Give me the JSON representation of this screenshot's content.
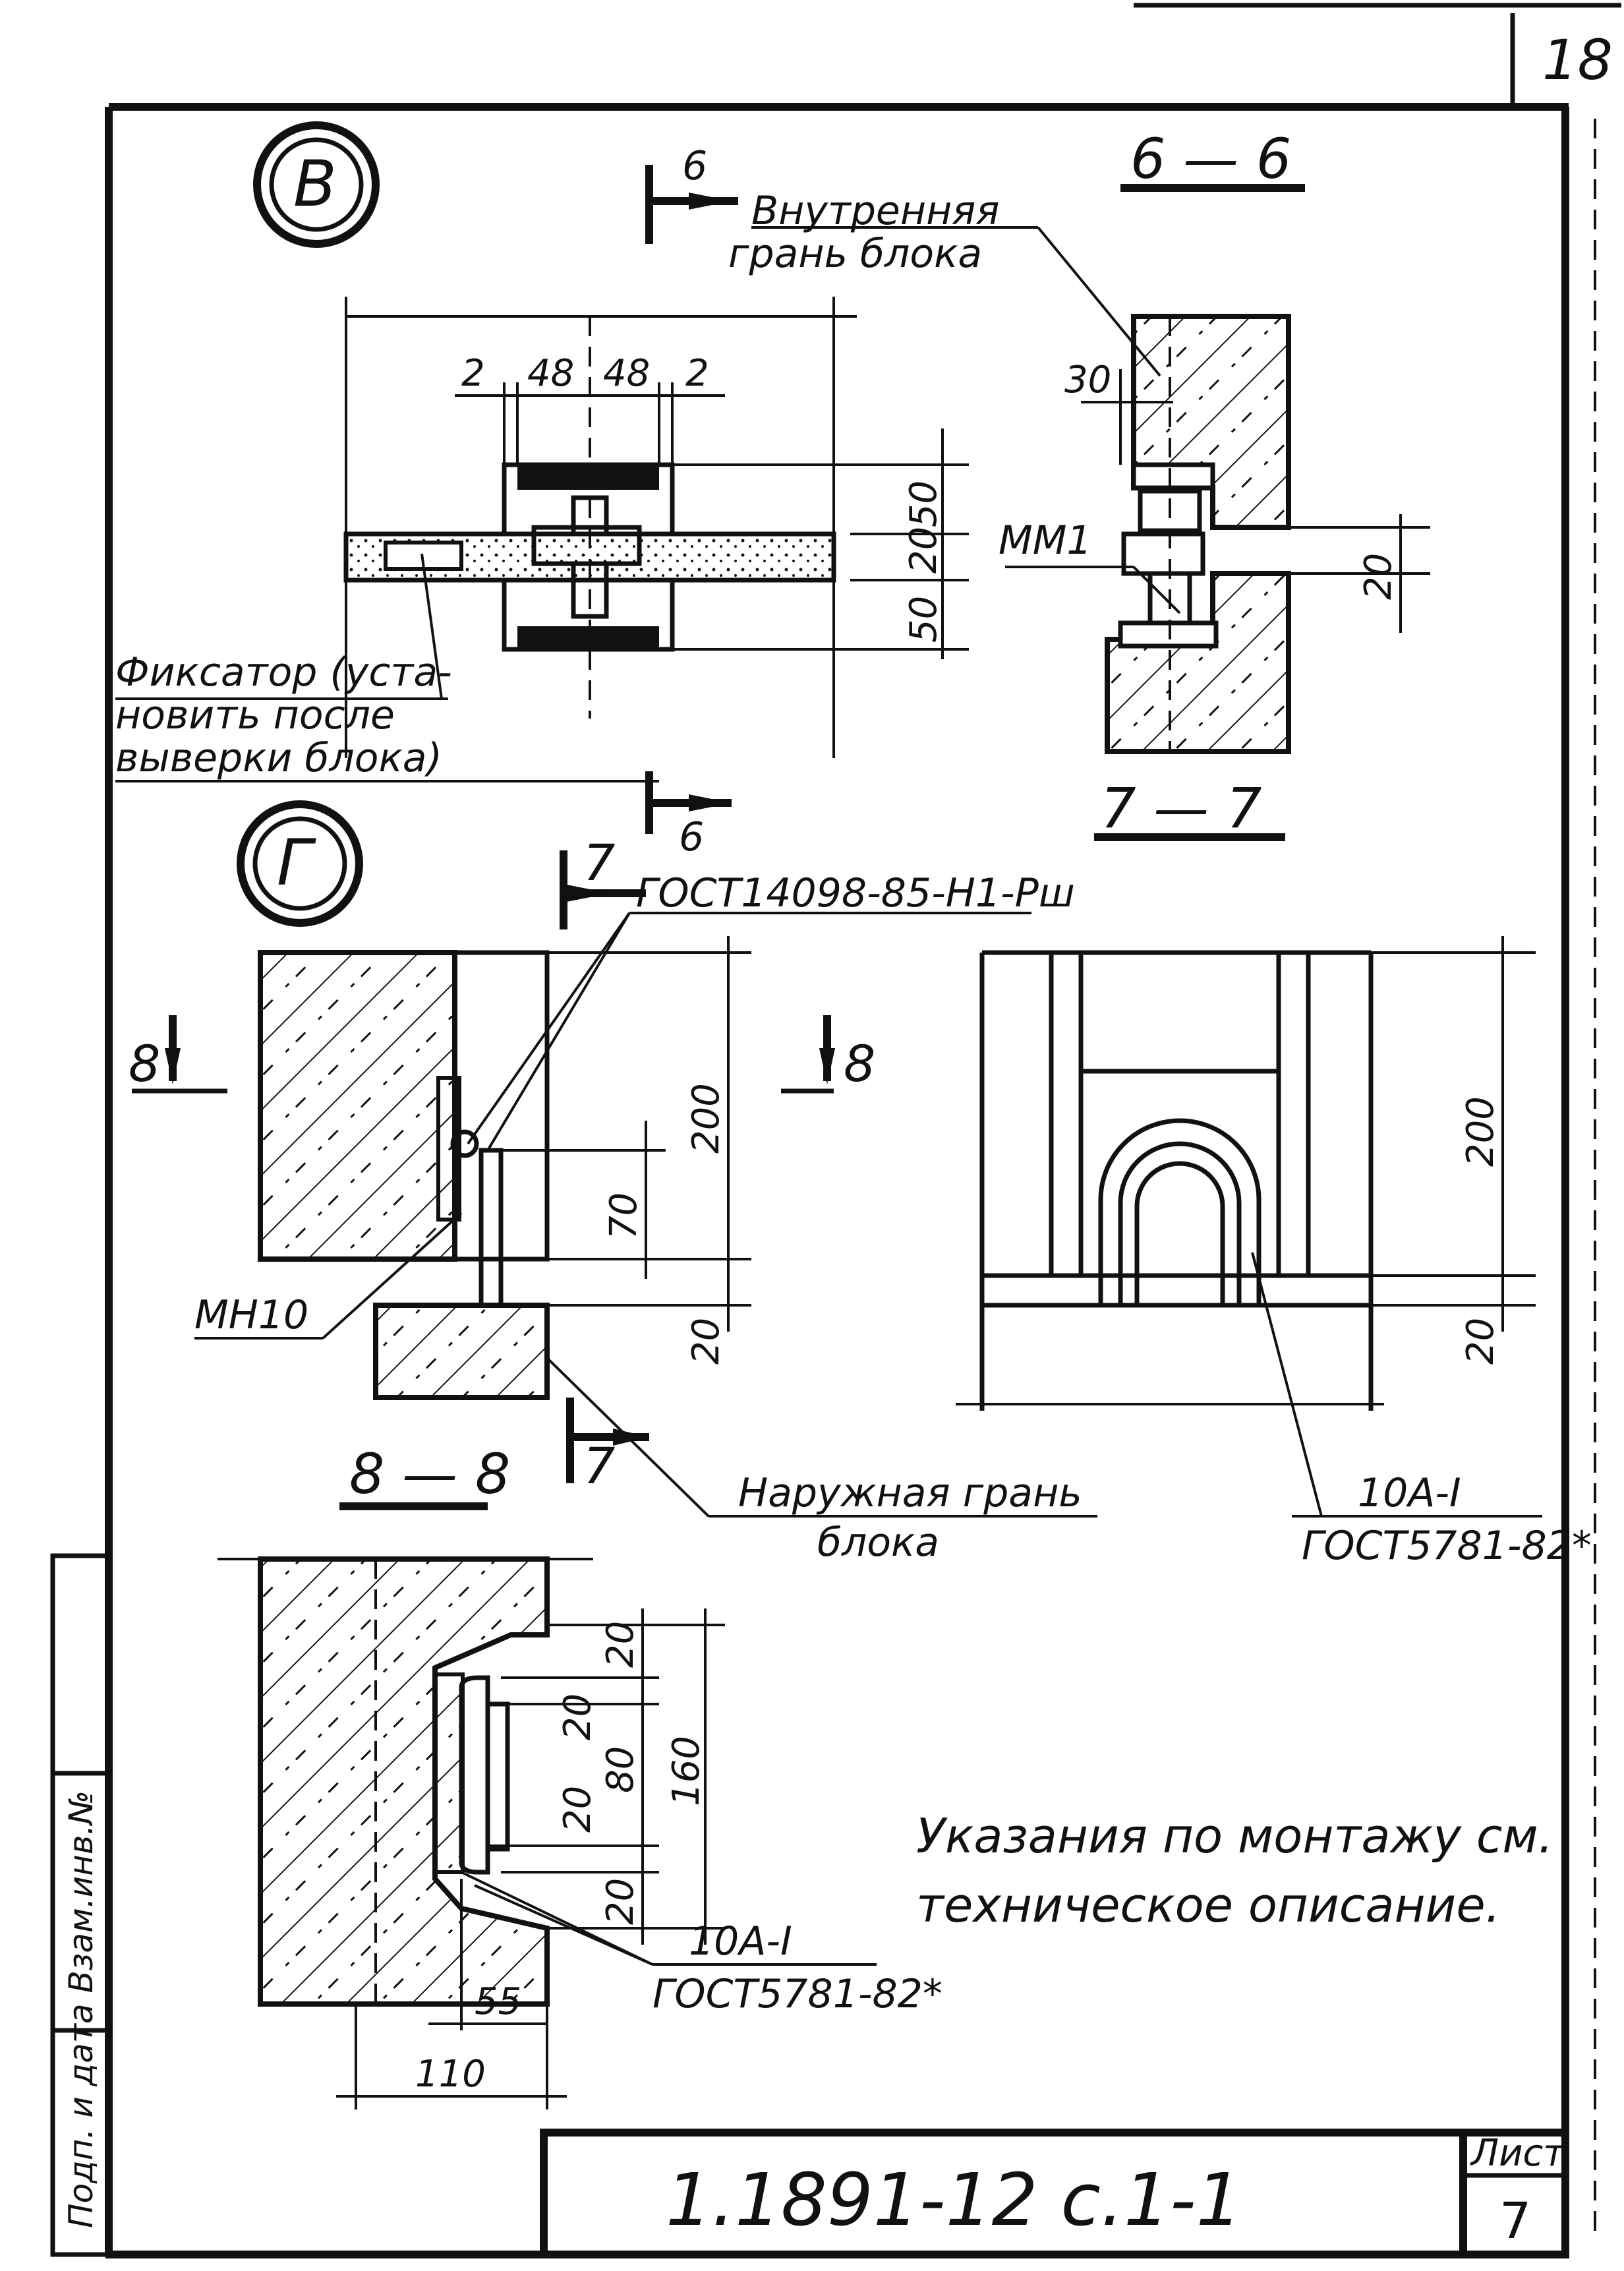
{
  "sheet": {
    "page_number": "18",
    "list_label": "Лист",
    "list_number": "7",
    "designation": "1.1891-12 с.1-1",
    "side_stamp": "Подп. и дата  Взам.инв.№",
    "note": {
      "line1": "Указания по монтажу см.",
      "line2": "техническое описание."
    }
  },
  "detail_b": {
    "marker": "В",
    "section_label": "6 — 6",
    "section_arrow": "6",
    "inner_face": {
      "line1": "Внутренняя",
      "line2": "грань блока"
    },
    "fixator": {
      "line1": "Фиксатор (уста-",
      "line2": "новить после",
      "line3": "выверки блока)"
    },
    "dims": {
      "d2a": "2",
      "d48a": "48",
      "d48b": "48",
      "d2b": "2",
      "d50a": "50",
      "d20": "20",
      "d50b": "50"
    }
  },
  "section_6": {
    "dim30": "30",
    "mm1": "ММ1",
    "dim20": "20"
  },
  "detail_g": {
    "marker": "Г",
    "section_arrow": "7",
    "gost_top": "ГОСТ14098-85-Н1-Рш",
    "arrow8_left": "8",
    "arrow8_right": "8",
    "mn10": "МН10",
    "dims": {
      "d200": "200",
      "d70": "70",
      "d20": "20"
    },
    "outer_face": {
      "line1": "Наружная грань",
      "line2": "блока"
    }
  },
  "section_7": {
    "label": "7 — 7",
    "dims": {
      "d200": "200",
      "d20": "20"
    },
    "rebar": {
      "line1": "10А-I",
      "line2": "ГОСТ5781-82*"
    }
  },
  "section_8": {
    "label": "8 — 8",
    "dims": {
      "d20a": "20",
      "d20b": "20",
      "d20c": "20",
      "d20d": "20",
      "d80": "80",
      "d160": "160",
      "d55": "55",
      "d110": "110"
    },
    "rebar": {
      "line1": "10А-I",
      "line2": "ГОСТ5781-82*"
    }
  }
}
